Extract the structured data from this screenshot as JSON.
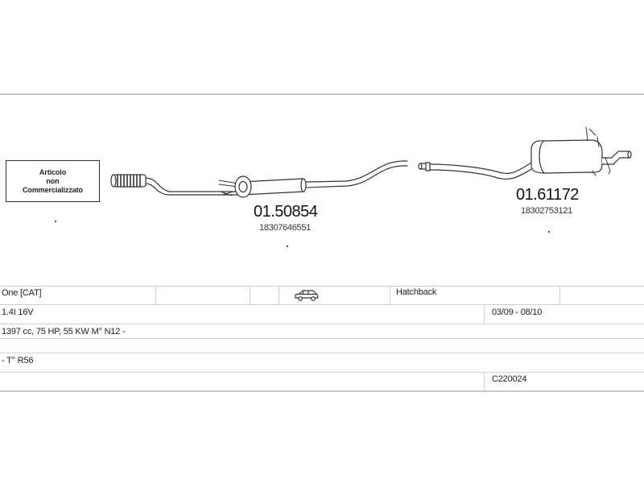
{
  "notice": {
    "line1": "Articolo",
    "line2": "non",
    "line3": "Commercializzato"
  },
  "parts": [
    {
      "part_number": "01.50854",
      "oe_number": "18307646551"
    },
    {
      "part_number": "01.61172",
      "oe_number": "18302753121"
    }
  ],
  "info": {
    "model": "One  [CAT]",
    "body_type": "Hatchback",
    "body_icon": "hatchback-car-icon",
    "engine": "1.4I 16V",
    "production_period": "03/09 - 08/10",
    "engine_details": "1397 cc, 75 HP, 55 KW  M° N12 -",
    "type_code": "- T° R56",
    "catalog_code": "C220024"
  }
}
